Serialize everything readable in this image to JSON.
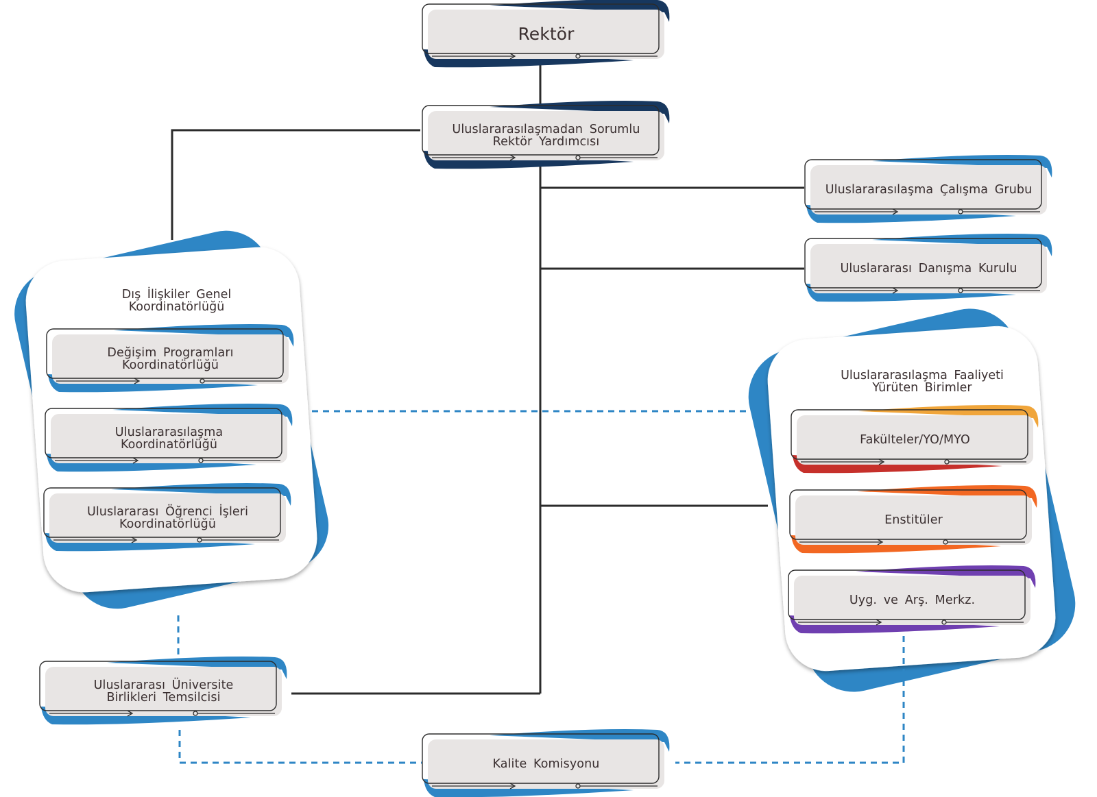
{
  "colors": {
    "navy": "#17375e",
    "blue": "#2e86c5",
    "box_fill": "#e8e5e4",
    "line": "#2b2b2b",
    "dashed": "#2e86c5",
    "red": "#c6302b",
    "yellow": "#f0a53a",
    "orange": "#f26722",
    "purple": "#6f3fb0",
    "text": "#3a2f30"
  },
  "nodes": {
    "rektor": "Rektör",
    "rektor_yardimcisi": "Uluslararasılaşmadan Sorumlu\nRektör Yardımcısı",
    "calisma_grubu": "Uluslararasılaşma Çalışma Grubu",
    "danisma_kurulu": "Uluslararası Danışma Kurulu",
    "degisim": "Değişim Programları\nKoordinatörlüğü",
    "uluslararasilasma_koord": "Uluslararasılaşma\nKoordinatörlüğü",
    "ogrenci_isleri": "Uluslararası Öğrenci İşleri\nKoordinatörlüğü",
    "universite_birlikleri": "Uluslararası Üniversite\nBirlikleri Temsilcisi",
    "fakulteler": "Fakülteler/YO/MYO",
    "enstituler": "Enstitüler",
    "uyg_ars": "Uyg. ve Arş. Merkz.",
    "kalite": "Kalite Komisyonu"
  },
  "groups": {
    "dis_iliskiler": "Dış İlişkiler Genel\nKoordinatörlüğü",
    "faaliyet_birimleri": "Uluslararasılaşma Faaliyeti\nYürüten Birimler"
  }
}
